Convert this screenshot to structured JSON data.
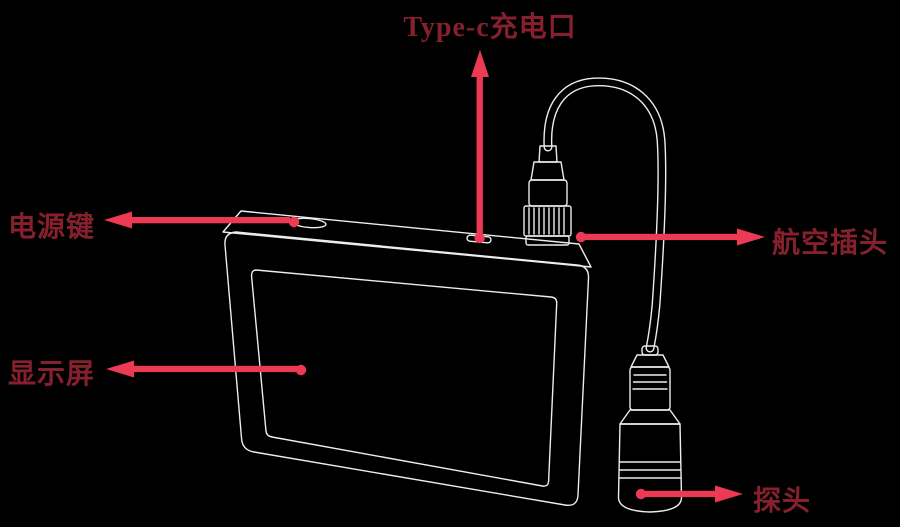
{
  "colors": {
    "background": "#000000",
    "arrow": "#ec3a54",
    "label_text": "#85202c",
    "line_art": "#ededed"
  },
  "callouts": {
    "type_c": {
      "label": "Type-c充电口"
    },
    "power": {
      "label": "电源键"
    },
    "aviation": {
      "label": "航空插头"
    },
    "screen": {
      "label": "显示屏"
    },
    "probe": {
      "label": "探头"
    }
  }
}
